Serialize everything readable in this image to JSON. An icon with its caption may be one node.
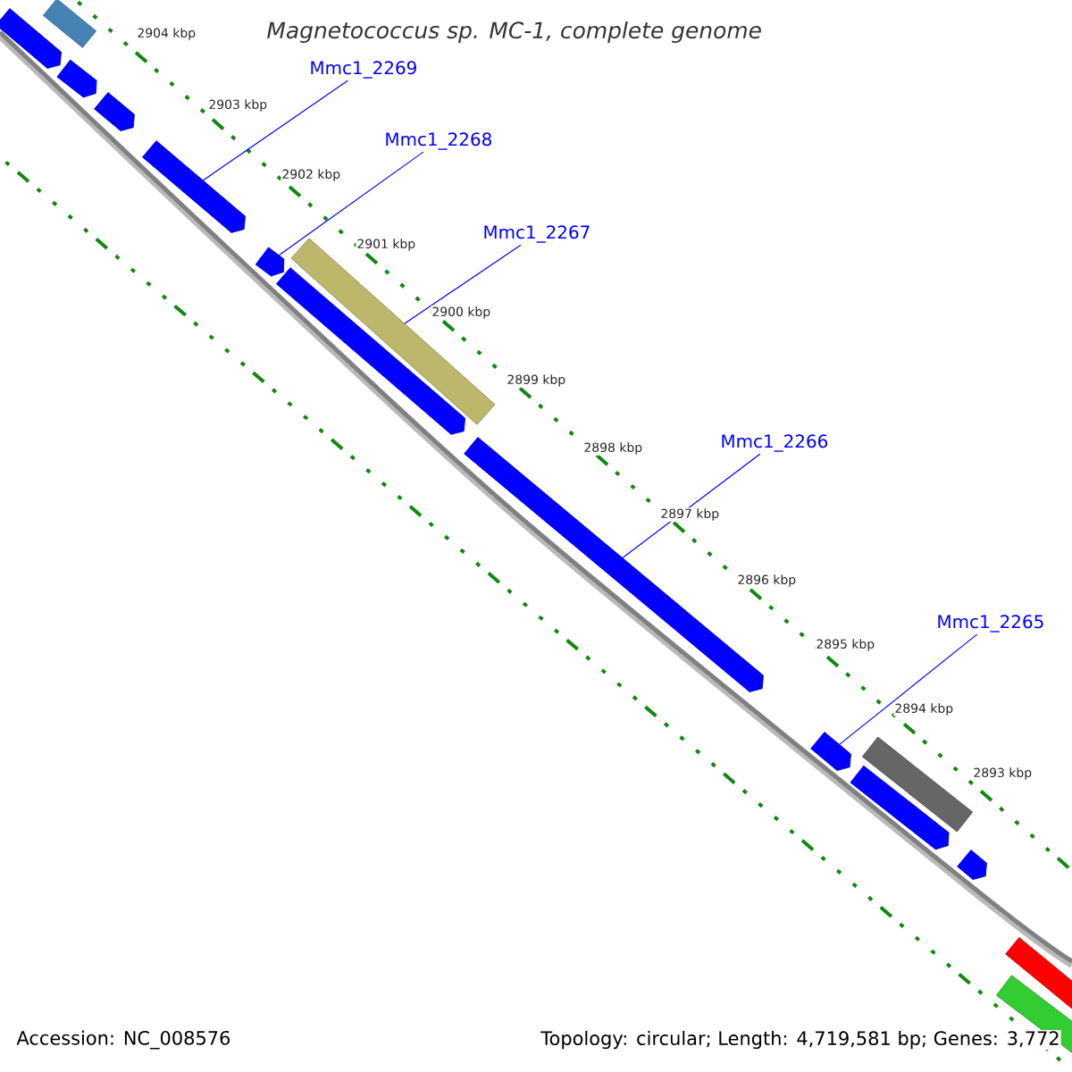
{
  "diagram": {
    "title": "Magnetococcus sp. MC-1, complete genome",
    "nodes": [
      {
        "text": [
          "Mmc1_2269"
        ]
      },
      {
        "text": [
          "Mmc1_2268"
        ]
      },
      {
        "text": [
          "Mmc1_2267"
        ]
      },
      {
        "text": [
          "Mmc1_2266"
        ]
      },
      {
        "text": [
          "Mmc1_2265"
        ]
      },
      {
        "text": [],
        "shape": "bar"
      },
      {
        "text": [],
        "shape": "arrow"
      },
      {
        "text": [],
        "shape": "arrow"
      },
      {
        "text": [],
        "shape": "arrow"
      },
      {
        "text": [],
        "shape": "arrow"
      },
      {
        "text": [],
        "shape": "arrow"
      },
      {
        "text": [],
        "shape": "arrow"
      },
      {
        "text": [],
        "shape": "bar"
      },
      {
        "text": [],
        "shape": "arrow"
      },
      {
        "text": [],
        "shape": "arrow"
      },
      {
        "text": [],
        "shape": "arrow"
      },
      {
        "text": [],
        "shape": "bar"
      },
      {
        "text": [],
        "shape": "arrow"
      },
      {
        "text": [],
        "shape": "arrow"
      },
      {
        "text": [],
        "shape": "arrow"
      }
    ],
    "edges": [
      {
        "from": 0,
        "to": 9,
        "arrow": "none"
      },
      {
        "from": 1,
        "to": 10,
        "arrow": "none"
      },
      {
        "from": 2,
        "to": 12,
        "arrow": "none"
      },
      {
        "from": 3,
        "to": 13,
        "arrow": "none"
      },
      {
        "from": 4,
        "to": 14,
        "arrow": "none"
      }
    ],
    "labels": [
      "2904 kbp",
      "2903 kbp",
      "2902 kbp",
      "2901 kbp",
      "2900 kbp",
      "2899 kbp",
      "2898 kbp",
      "2897 kbp",
      "2896 kbp",
      "2895 kbp",
      "2894 kbp",
      "2893 kbp",
      "Accession: NC_008576",
      "Topology: circular; Length: 4,719,581 bp; Genes: 3,772"
    ]
  }
}
